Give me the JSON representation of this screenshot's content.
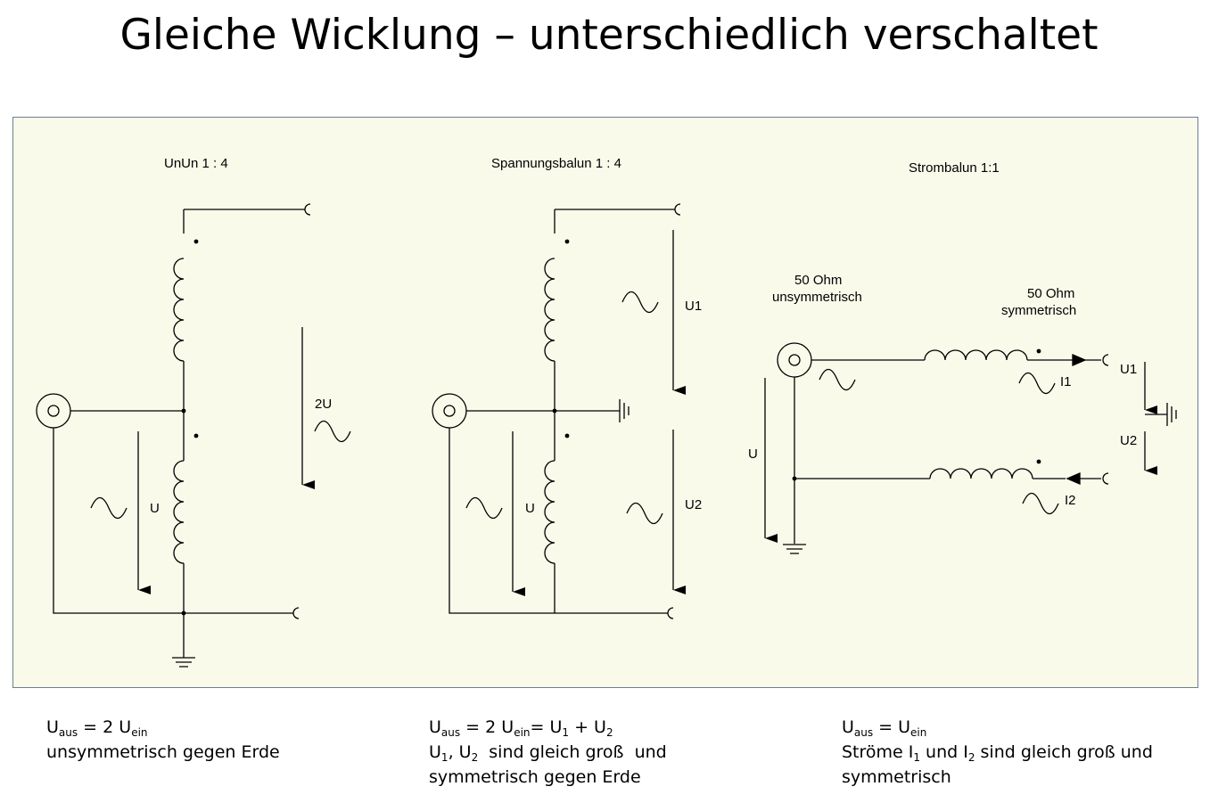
{
  "title": "Gleiche Wicklung – unterschiedlich verschaltet",
  "colors": {
    "panel_background": "#fafaeb",
    "panel_border": "#6e7f90",
    "ink": "#000000"
  },
  "circuits": {
    "unun": {
      "heading": "UnUn 1 : 4",
      "voltage_in": "U",
      "voltage_out": "2U"
    },
    "spannungsbalun": {
      "heading": "Spannungsbalun 1 : 4",
      "voltage_in": "U",
      "voltage_top": "U1",
      "voltage_bottom": "U2"
    },
    "strombalun": {
      "heading": "Strombalun 1:1",
      "input_label_line1": "50 Ohm",
      "input_label_line2": "unsymmetrisch",
      "output_label_line1": "50 Ohm",
      "output_label_line2": "symmetrisch",
      "voltage_in": "U",
      "current_top": "I1",
      "current_bottom": "I2",
      "voltage_top": "U1",
      "voltage_bottom": "U2"
    }
  },
  "notes": {
    "unun": {
      "U": "U",
      "aus": "aus",
      "eq_2": " = 2 U",
      "ein": "ein",
      "line2": "unsymmetrisch gegen Erde"
    },
    "spannungsbalun": {
      "U": "U",
      "aus": "aus",
      "eq_2": " = 2 U",
      "ein": "ein",
      "eq_sum_a": "= U",
      "sub1": "1",
      "plus": " + U",
      "sub2": "2",
      "l2_U1": "U",
      "l2_sub1": "1",
      "l2_mid": ", U",
      "l2_sub2": "2",
      "l2_rest": "  sind gleich groß  und",
      "line3": "symmetrisch gegen Erde"
    },
    "strombalun": {
      "U": "U",
      "aus": "aus",
      "eq": " = U",
      "ein": "ein",
      "l2_a": "Ströme I",
      "l2_sub1": "1",
      "l2_b": " und I",
      "l2_sub2": "2",
      "l2_c": " sind gleich groß und",
      "line3": "symmetrisch"
    }
  }
}
